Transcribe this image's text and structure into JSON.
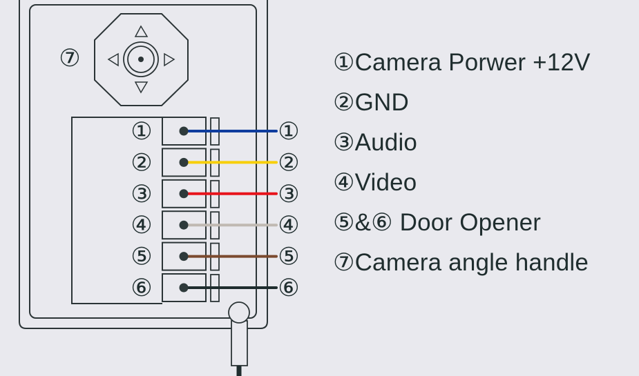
{
  "diagram": {
    "title": "Doorbell camera wiring diagram",
    "handle_marker": "⑦",
    "terminals": [
      {
        "number": "①",
        "wire_color": "#0f3d9e",
        "wire_name": "blue"
      },
      {
        "number": "②",
        "wire_color": "#f7cf0a",
        "wire_name": "yellow"
      },
      {
        "number": "③",
        "wire_color": "#e8141c",
        "wire_name": "red"
      },
      {
        "number": "④",
        "wire_color": "#c0b9b2",
        "wire_name": "light gray"
      },
      {
        "number": "⑤",
        "wire_color": "#7b4a2e",
        "wire_name": "brown"
      },
      {
        "number": "⑥",
        "wire_color": "#1f2d2e",
        "wire_name": "black"
      }
    ],
    "line_color": "#2b3436",
    "background": "#e9e9ee"
  },
  "legend": {
    "items": [
      {
        "label": "①Camera Porwer +12V"
      },
      {
        "label": "②GND"
      },
      {
        "label": "③Audio"
      },
      {
        "label": "④Video"
      },
      {
        "label": "⑤&⑥ Door Opener"
      },
      {
        "label": "⑦Camera angle handle"
      }
    ]
  }
}
